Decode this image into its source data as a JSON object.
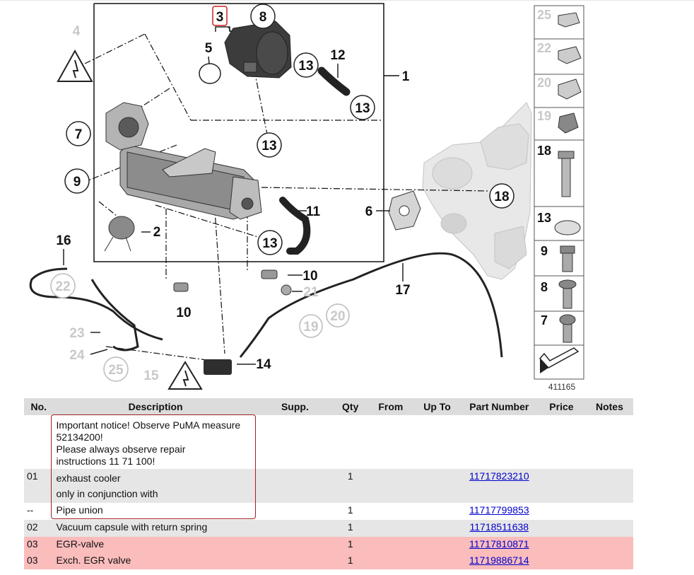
{
  "diagram": {
    "callouts": {
      "c1": "1",
      "c2": "2",
      "c3": "3",
      "c4": "4",
      "c5": "5",
      "c6": "6",
      "c7": "7",
      "c8": "8",
      "c9": "9",
      "c10a": "10",
      "c10b": "10",
      "c11": "11",
      "c12": "12",
      "c13a": "13",
      "c13b": "13",
      "c13c": "13",
      "c13d": "13",
      "c14": "14",
      "c15": "15",
      "c16": "16",
      "c17": "17",
      "c18": "18",
      "c19": "19",
      "c20": "20",
      "c21": "21",
      "c22": "22",
      "c23": "23",
      "c24": "24",
      "c25": "25"
    },
    "sidebar": [
      "25",
      "22",
      "20",
      "19",
      "18",
      "13",
      "9",
      "8",
      "7"
    ],
    "diagram_id": "411165"
  },
  "table": {
    "headers": {
      "no": "No.",
      "description": "Description",
      "supp": "Supp.",
      "qty": "Qty",
      "from": "From",
      "up_to": "Up To",
      "part_number": "Part Number",
      "price": "Price",
      "notes": "Notes"
    },
    "notice": {
      "line1": "Important notice! Observe PuMA measure",
      "line2": "52134200!",
      "line3": "Please always observe repair",
      "line4": "instructions 11 71 100!"
    },
    "rows": [
      {
        "no": "01",
        "desc1": "exhaust cooler",
        "desc2": "only in conjunction with",
        "qty": "1",
        "part": "11717823210"
      },
      {
        "no": "--",
        "desc1": "Pipe union",
        "qty": "1",
        "part": "11717799853"
      },
      {
        "no": "02",
        "desc1": "Vacuum capsule with return spring",
        "qty": "1",
        "part": "11718511638"
      },
      {
        "no": "03",
        "desc1": "EGR-valve",
        "qty": "1",
        "part": "11717810871"
      },
      {
        "no": "03",
        "desc1": "Exch. EGR valve",
        "qty": "1",
        "part": "11719886714"
      }
    ]
  },
  "colors": {
    "highlight_row": "#fbbcbc",
    "link": "#0000cc",
    "notice_border": "#a02020",
    "callout_3_border": "#d02020"
  }
}
